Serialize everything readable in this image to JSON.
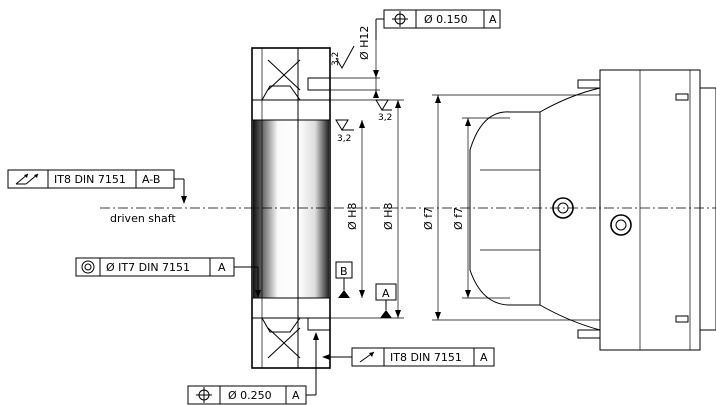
{
  "frames": {
    "position_top": {
      "symbol": "position-icon",
      "tolerance": "Ø 0.150",
      "datum": "A"
    },
    "runout_left": {
      "symbol": "total-runout-icon",
      "tolerance": "IT8  DIN  7151",
      "datum": "A-B"
    },
    "concentricity": {
      "symbol": "concentricity-icon",
      "tolerance": "Ø IT7  DIN  7151",
      "datum": "A"
    },
    "runout_bottom": {
      "symbol": "circular-runout-icon",
      "tolerance": "IT8  DIN  7151",
      "datum": "A"
    },
    "position_bottom": {
      "symbol": "position-icon",
      "tolerance": "Ø 0.250",
      "datum": "A"
    }
  },
  "labels": {
    "driven_shaft": "driven shaft",
    "bore_h12": "Ø  H12",
    "bore_h8_inner": "Ø  H8",
    "bore_h8_outer": "Ø  H8",
    "shaft_f7_outer": "Ø  f7",
    "shaft_f7_inner": "Ø  f7",
    "roughness_top": "3,2",
    "roughness_mid": "3,2",
    "roughness_right": "3,2",
    "datum_b": "B",
    "datum_a": "A"
  }
}
